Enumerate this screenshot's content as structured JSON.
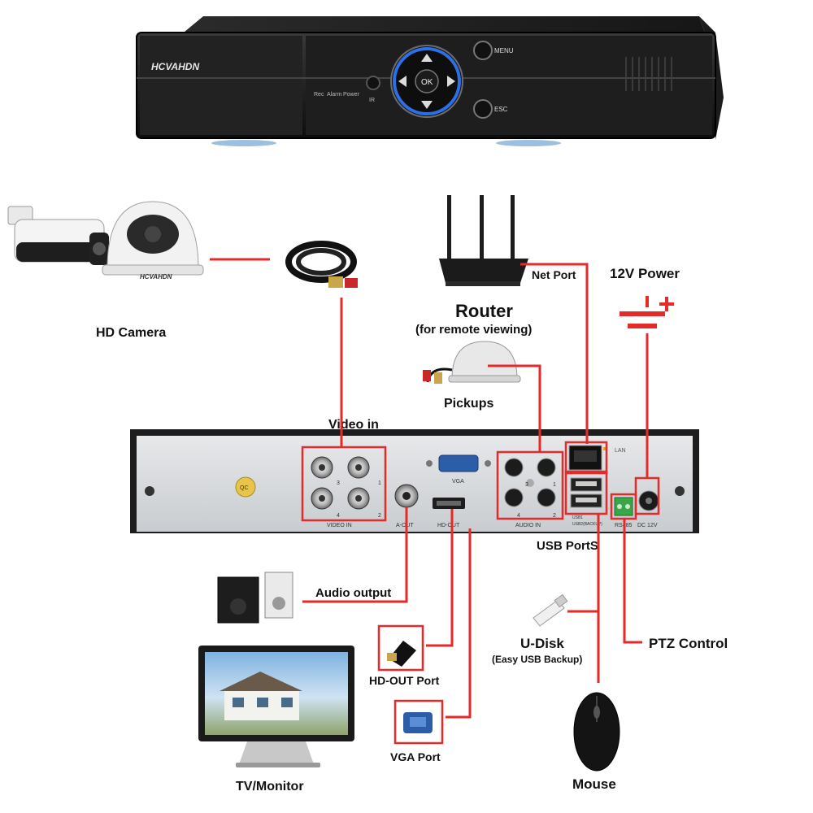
{
  "colors": {
    "link": "#e52a2a",
    "device": "#1a1a1a",
    "panel": "#d8dadc",
    "ok_ring": "#2f7bff",
    "label": "#111111"
  },
  "device_front": {
    "brand": "HCVAHDN",
    "led_rec": "Rec",
    "led_alarm": "Alarm",
    "led_power": "Power",
    "ir": "IR",
    "ok": "OK",
    "menu": "MENU",
    "esc": "ESC"
  },
  "rear_panel": {
    "video_in": "VIDEO IN",
    "audio_out": "A-OUT",
    "hd_out": "HD-OUT",
    "vga": "VGA",
    "audio_in": "AUDIO IN",
    "lan": "LAN",
    "usb1": "USB1",
    "usb2": "USB2(BACKUP)",
    "rs485": "RS485",
    "dc": "DC 12V",
    "qc": "QC",
    "port_nums": [
      "3",
      "1",
      "4",
      "2"
    ]
  },
  "labels": {
    "hd_camera": "HD Camera",
    "video_in": "Video in",
    "net_port": "Net Port",
    "power": "12V Power",
    "router": "Router",
    "router_sub": "(for remote viewing)",
    "pickups": "Pickups",
    "usb_ports": "USB PortS",
    "audio_output": "Audio output",
    "u_disk": "U-Disk",
    "u_disk_sub": "(Easy USB Backup)",
    "ptz": "PTZ Control",
    "hd_out_port": "HD-OUT Port",
    "vga_port": "VGA Port",
    "tv": "TV/Monitor",
    "mouse": "Mouse",
    "camera_brand": "HCVAHDN"
  }
}
